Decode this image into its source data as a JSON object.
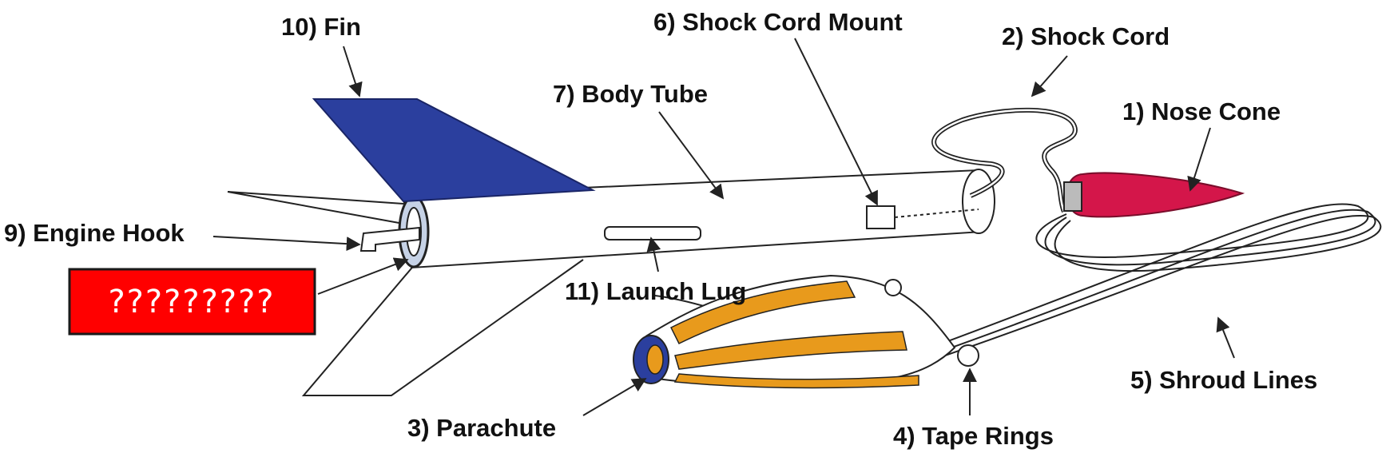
{
  "labels": {
    "fin": "10) Fin",
    "shock_cord_mount": "6) Shock Cord Mount",
    "shock_cord": "2) Shock Cord",
    "body_tube": "7) Body Tube",
    "nose_cone": "1) Nose Cone",
    "engine_hook": "9) Engine Hook",
    "launch_lug": "11) Launch Lug",
    "parachute": "3) Parachute",
    "tape_rings": "4) Tape Rings",
    "shroud_lines": "5) Shroud Lines"
  },
  "unknown_label": "?????????",
  "colors": {
    "fin": "#2b3f9e",
    "nose_cone": "#d4164a",
    "parachute": "#e89a1c",
    "parachute_cap": "#2b3f9e",
    "unknown_box": "#ff0000",
    "line": "#222222"
  }
}
